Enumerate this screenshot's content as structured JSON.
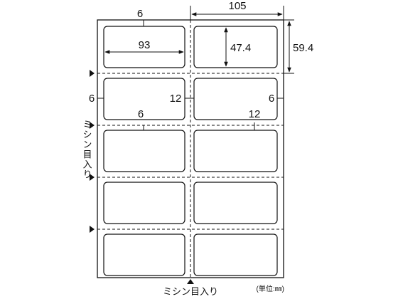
{
  "dimensions": {
    "top_margin": "6",
    "column_width": "105",
    "card_width": "93",
    "card_height": "47.4",
    "row_height": "59.4",
    "left_margin": "6",
    "gutter_width": "12",
    "right_margin": "6",
    "row_gap_margin": "6",
    "gutter_width_lower": "12"
  },
  "labels": {
    "perforation_left": "ミシン目入り",
    "perforation_bottom": "ミシン目入り",
    "unit": "(単位:㎜)"
  },
  "layout": {
    "columns": 2,
    "rows": 5
  }
}
